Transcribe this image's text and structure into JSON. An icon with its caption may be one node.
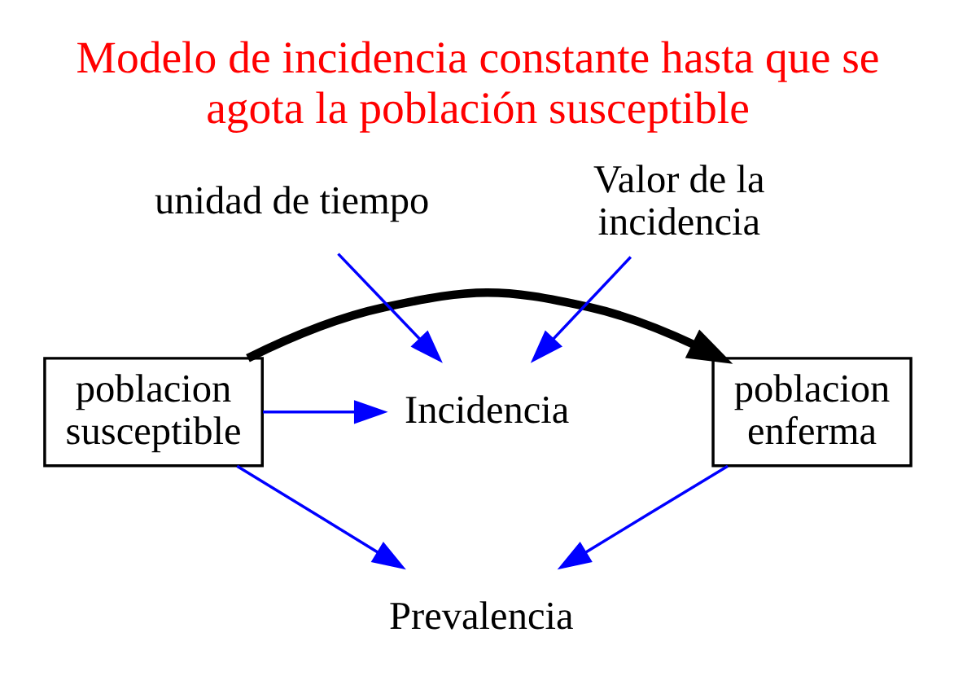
{
  "diagram": {
    "title": "Modelo de incidencia constante hasta que se agota la población susceptible",
    "nodes": [
      {
        "text": [
          "poblacion susceptible"
        ]
      },
      {
        "text": [
          "poblacion enferma"
        ]
      },
      {
        "text": [
          "Incidencia"
        ]
      },
      {
        "text": [
          "unidad de tiempo"
        ]
      },
      {
        "text": [
          "Valor de la incidencia"
        ]
      },
      {
        "text": [
          "Prevalencia"
        ]
      }
    ],
    "edges": [
      {
        "from": 0,
        "to": 1,
        "arrow": "to",
        "style": "thick",
        "color": "#000000"
      },
      {
        "from": 3,
        "to": 2,
        "arrow": "to"
      },
      {
        "from": 0,
        "to": 2,
        "arrow": "to"
      },
      {
        "from": 4,
        "to": 2,
        "arrow": "to"
      },
      {
        "from": 0,
        "to": 5,
        "arrow": "to"
      },
      {
        "from": 1,
        "to": 5,
        "arrow": "to"
      }
    ]
  }
}
